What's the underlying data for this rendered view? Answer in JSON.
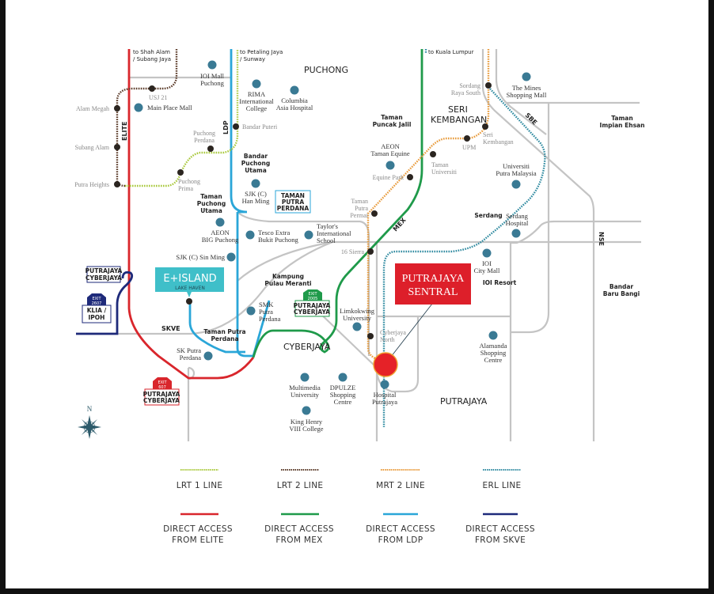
{
  "destinations": {
    "shah_alam": [
      "to Shah Alam",
      "/ Subang Jaya"
    ],
    "petaling_jaya": [
      "to Petaling Jaya",
      "/ Sunway"
    ],
    "kuala_lumpur": "to Kuala Lumpur"
  },
  "areas": {
    "puchong": "PUCHONG",
    "seri_kembangan": [
      "SERI",
      "KEMBANGAN"
    ],
    "cyberjaya": "CYBERJAYA",
    "putrajaya": "PUTRAJAYA"
  },
  "small_areas": {
    "taman_puncak_jalil": [
      "Taman",
      "Puncak Jalil"
    ],
    "taman_impian_ehsan": [
      "Taman",
      "Impian Ehsan"
    ],
    "bandar_puchong_utama": [
      "Bandar",
      "Puchong",
      "Utama"
    ],
    "taman_puchong_utama": [
      "Taman",
      "Puchong",
      "Utama"
    ],
    "kampung_pulau_meranti": [
      "Kampung",
      "Pulau Meranti"
    ],
    "taman_putra_perdana": [
      "Taman Putra",
      "Perdana"
    ],
    "serdang": "Serdang",
    "bandar_baru_bangi": [
      "Bandar",
      "Baru Bangi"
    ],
    "ioi_resort": "IOI Resort"
  },
  "roads": {
    "elite": "ELITE",
    "ldp": "LDP",
    "mex": "MEX",
    "sbe": "SBE",
    "nse": "NSE",
    "skve": "SKVE"
  },
  "stations": {
    "lrt2": [
      "USJ 21",
      "Alam Megah",
      "Subang Alam",
      "Putra Heights"
    ],
    "lrt1": [
      [
        "Puchong",
        "Prima"
      ],
      [
        "Puchong",
        "Perdana"
      ],
      "Bandar Puteri"
    ],
    "mrt2": [
      [
        "Sordang",
        "Raya South"
      ],
      [
        "Seri",
        "Kembangan"
      ],
      "UPM",
      [
        "Taman",
        "Universiti"
      ],
      "Equine Park",
      [
        "Taman",
        "Putra",
        "Permai"
      ],
      "16 Sierra",
      [
        "Cyberjaya",
        "North"
      ]
    ]
  },
  "pois": {
    "ioi_mall_puchong": [
      "IOI Mall",
      "Puchong"
    ],
    "main_place_mall": "Main Place Mall",
    "rima": [
      "RIMA",
      "International",
      "College"
    ],
    "columbia": [
      "Columbia",
      "Asia Hospital"
    ],
    "sjk_han_ming": [
      "SJK (C)",
      "Han Ming"
    ],
    "aeon_big": [
      "AEON",
      "BIG Puchong"
    ],
    "tesco": [
      "Tesco Extra",
      "Bukit Puchong"
    ],
    "taylors": [
      "Taylor's",
      "International",
      "School"
    ],
    "sjk_sin_ming": "SJK (C) Sin Ming",
    "smk_putra": [
      "SMK",
      "Putra",
      "Perdana"
    ],
    "sk_putra": [
      "SK Putra",
      "Perdana"
    ],
    "aeon_equine": [
      "AEON",
      "Taman Equine"
    ],
    "mines": [
      "The Mines",
      "Shopping Mall"
    ],
    "upm_uni": [
      "Universiti",
      "Putra Malaysia"
    ],
    "serdang_hospital": [
      "Serdang",
      "Hospital"
    ],
    "ioi_city": [
      "IOI",
      "City Mall"
    ],
    "limkokwing": [
      "Limkokwing",
      "University"
    ],
    "alamanda": [
      "Alamanda",
      "Shopping",
      "Centre"
    ],
    "hospital_putrajaya": [
      "Hospital",
      "Putrajaya"
    ],
    "multimedia": [
      "Multimedia",
      "University"
    ],
    "dpulze": [
      "DPULZE",
      "Shopping",
      "Centre"
    ],
    "king_henry": [
      "King Henry",
      "VIII College"
    ]
  },
  "signs": {
    "taman_putra_perdana_box": [
      "TAMAN",
      "PUTRA",
      "PERDANA"
    ],
    "putrajaya_cyberjaya_skve": [
      "PUTRAJAYA",
      "CYBERJAYA"
    ],
    "klia_ipoh": [
      "KLIA /",
      "IPOH"
    ],
    "exit_skve": [
      "EXIT",
      "2607"
    ],
    "exit_2005": [
      "EXIT",
      "2005"
    ],
    "putrajaya_cyberjaya_mex": [
      "PUTRAJAYA",
      "CYBERJAYA"
    ],
    "exit_607": [
      "EXIT",
      "607"
    ],
    "putrajaya_cyberjaya_elite": [
      "PUTRAJAYA",
      "CYBERJAYA"
    ]
  },
  "eisland": {
    "title": "E+ISLAND",
    "subtitle": "LAKE HAVEN"
  },
  "sentral": {
    "line1": "PUTRAJAYA",
    "line2": "SENTRAL"
  },
  "compass": "N",
  "colors": {
    "lrt1": "#a8c83a",
    "lrt2": "#5a3a28",
    "mrt2": "#e89a3a",
    "erl": "#2f8aa0",
    "elite": "#d9262c",
    "mex": "#1f9a4a",
    "ldp": "#2aa6d8",
    "skve": "#1e2a7a",
    "road": "#c4c4c4",
    "poi": "#3a7a94",
    "sentral": "#dd1f2a",
    "eisland": "#3fbfc9"
  },
  "legend": {
    "rail": [
      "LRT 1 LINE",
      "LRT 2 LINE",
      "MRT 2 LINE",
      "ERL LINE"
    ],
    "access": [
      [
        "DIRECT ACCESS",
        "FROM ELITE"
      ],
      [
        "DIRECT ACCESS",
        "FROM MEX"
      ],
      [
        "DIRECT ACCESS",
        "FROM LDP"
      ],
      [
        "DIRECT ACCESS",
        "FROM SKVE"
      ]
    ]
  }
}
